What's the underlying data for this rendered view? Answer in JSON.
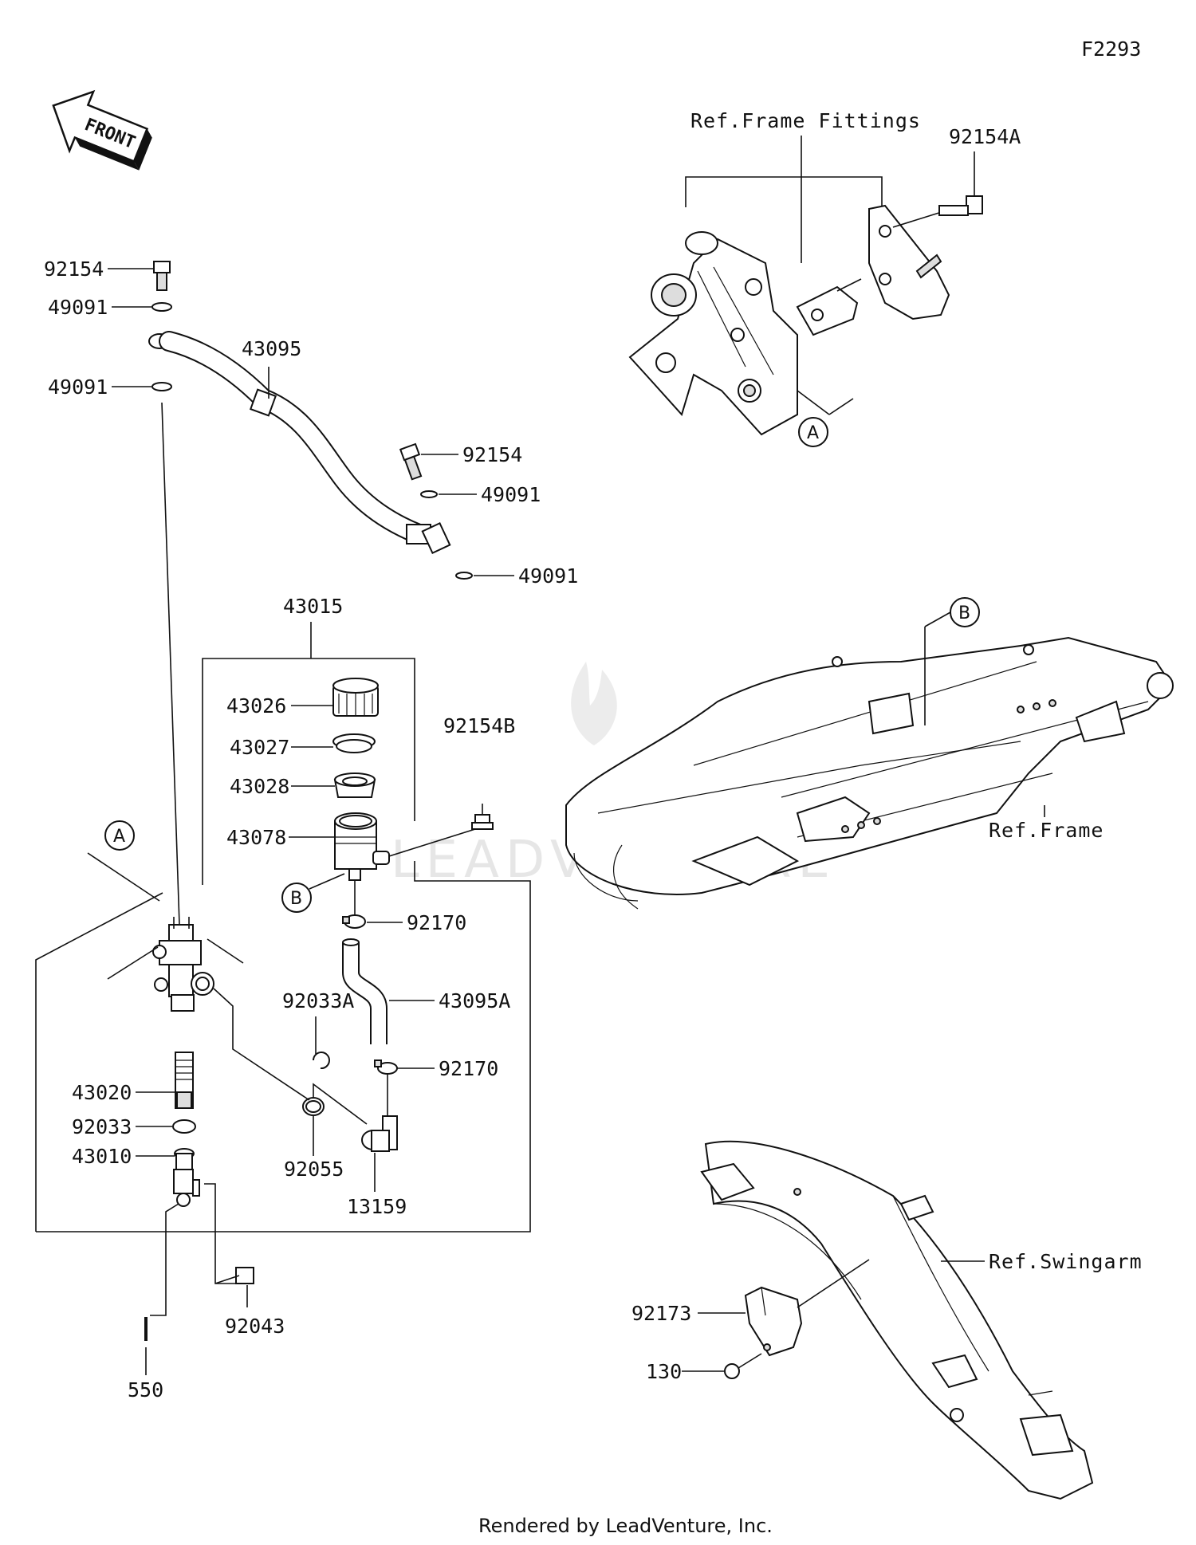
{
  "diagram_code": "F2293",
  "front_label": "FRONT",
  "watermark": "LEADVENTURE",
  "footer": "Rendered by LeadVenture, Inc.",
  "callouts": {
    "circle_a": "A",
    "circle_b": "B"
  },
  "refs": {
    "frame_fittings": "Ref.Frame Fittings",
    "frame": "Ref.Frame",
    "swingarm": "Ref.Swingarm"
  },
  "parts": {
    "p92154_top": "92154",
    "p49091_a": "49091",
    "p49091_b": "49091",
    "p43095": "43095",
    "p92154_mid": "92154",
    "p49091_c": "49091",
    "p49091_d": "49091",
    "p43015": "43015",
    "p43026": "43026",
    "p43027": "43027",
    "p43028": "43028",
    "p43078": "43078",
    "p92154B": "92154B",
    "p92170_a": "92170",
    "p43095A": "43095A",
    "p92033A": "92033A",
    "p92170_b": "92170",
    "p43020": "43020",
    "p92033": "92033",
    "p43010": "43010",
    "p92055": "92055",
    "p13159": "13159",
    "p92043": "92043",
    "p550": "550",
    "p92154A": "92154A",
    "p92173": "92173",
    "p130": "130"
  }
}
